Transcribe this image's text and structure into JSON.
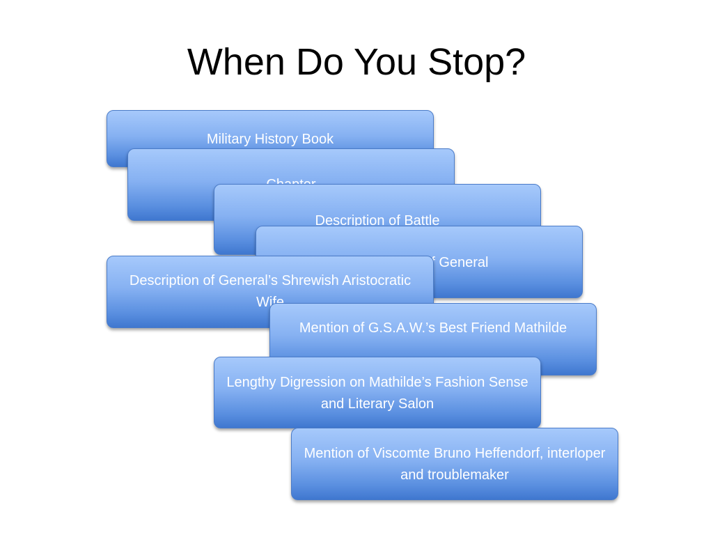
{
  "slide": {
    "title": "When Do You Stop?"
  },
  "cards": [
    {
      "label": "Military History Book"
    },
    {
      "label": "Chapter"
    },
    {
      "label": "Description of Battle"
    },
    {
      "label": "Description of General"
    },
    {
      "label": "Description of General’s Shrewish Aristocratic Wife"
    },
    {
      "label": "Mention of G.S.A.W.’s Best Friend Mathilde"
    },
    {
      "label": "Lengthy Digression on Mathilde’s Fashion Sense and Literary Salon"
    },
    {
      "label": "Mention of Viscomte Bruno Heffendorf, interloper and troublemaker"
    }
  ]
}
